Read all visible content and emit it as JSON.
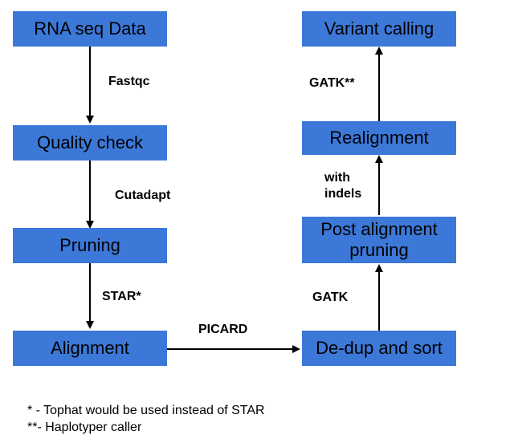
{
  "nodes": {
    "rna_seq_data": "RNA seq Data",
    "quality_check": "Quality check",
    "pruning": "Pruning",
    "alignment": "Alignment",
    "dedup_sort": "De-dup and sort",
    "post_alignment_pruning": "Post alignment pruning",
    "realignment": "Realignment",
    "variant_calling": "Variant calling"
  },
  "edges": {
    "fastqc": "Fastqc",
    "cutadapt": "Cutadapt",
    "star": "STAR*",
    "picard": "PICARD",
    "gatk": "GATK",
    "with_indels": "with indels",
    "gatk_star": "GATK**"
  },
  "footnotes": {
    "star_note": "* - Tophat would be used instead of STAR",
    "haplotyper_note": "**- Haplotyper caller"
  },
  "colors": {
    "box_fill": "#3c78d8",
    "arrow": "#000000"
  }
}
